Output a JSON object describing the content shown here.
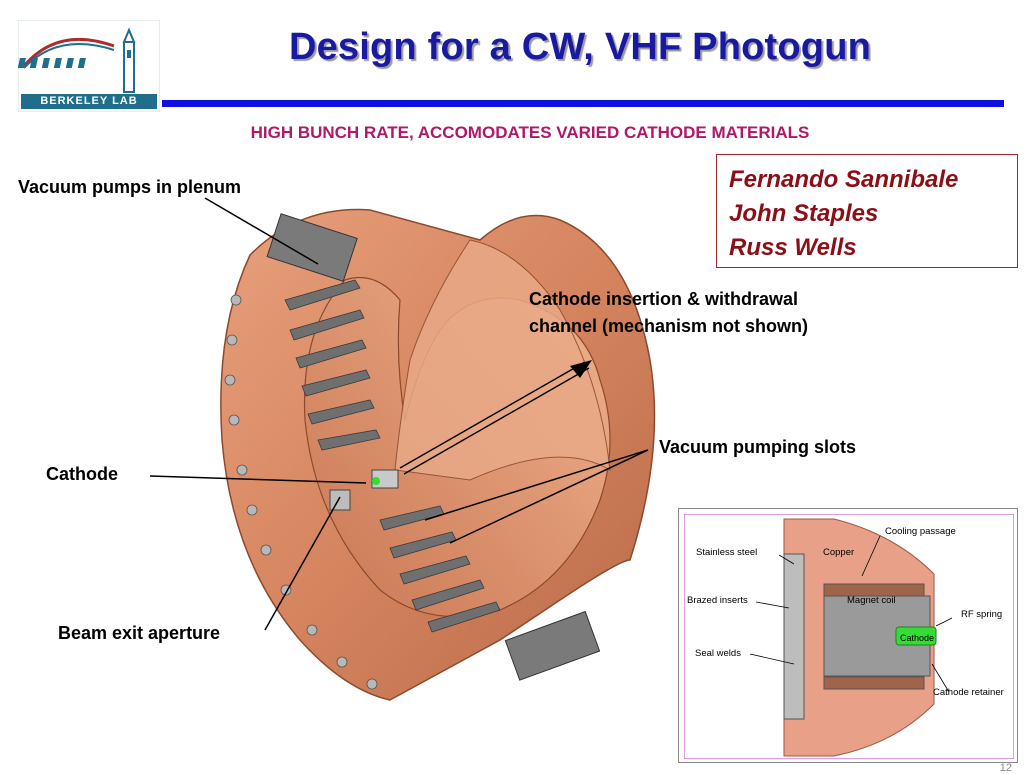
{
  "slide": {
    "title": "Design for a CW, VHF Photogun",
    "subtitle": "HIGH BUNCH RATE, ACCOMODATES VARIED CATHODE MATERIALS",
    "logo_text": "BERKELEY LAB",
    "authors": [
      "Fernando Sannibale",
      "John Staples",
      "Russ Wells"
    ],
    "labels": {
      "vacuum_pumps": "Vacuum pumps in plenum",
      "cathode_channel_line1": "Cathode insertion & withdrawal",
      "cathode_channel_line2": "channel (mechanism not shown)",
      "pumping_slots": "Vacuum pumping slots",
      "cathode": "Cathode",
      "beam_exit": "Beam exit aperture"
    },
    "inset": {
      "stainless_steel": "Stainless steel",
      "copper": "Copper",
      "cooling_passage": "Cooling passage",
      "brazed_inserts": "Brazed inserts",
      "magnet_coil": "Magnet coil",
      "rf_spring": "RF spring",
      "cathode": "Cathode",
      "seal_welds": "Seal welds",
      "cathode_retainer": "Cathode retainer"
    },
    "page_number": "12"
  },
  "colors": {
    "title": "#1a1aa0",
    "rule": "#1010e0",
    "subtitle": "#b0186a",
    "authors": "#8a0f16",
    "copper": "#d98864",
    "logo_teal": "#1e6e8c",
    "logo_red": "#b22a2a"
  }
}
